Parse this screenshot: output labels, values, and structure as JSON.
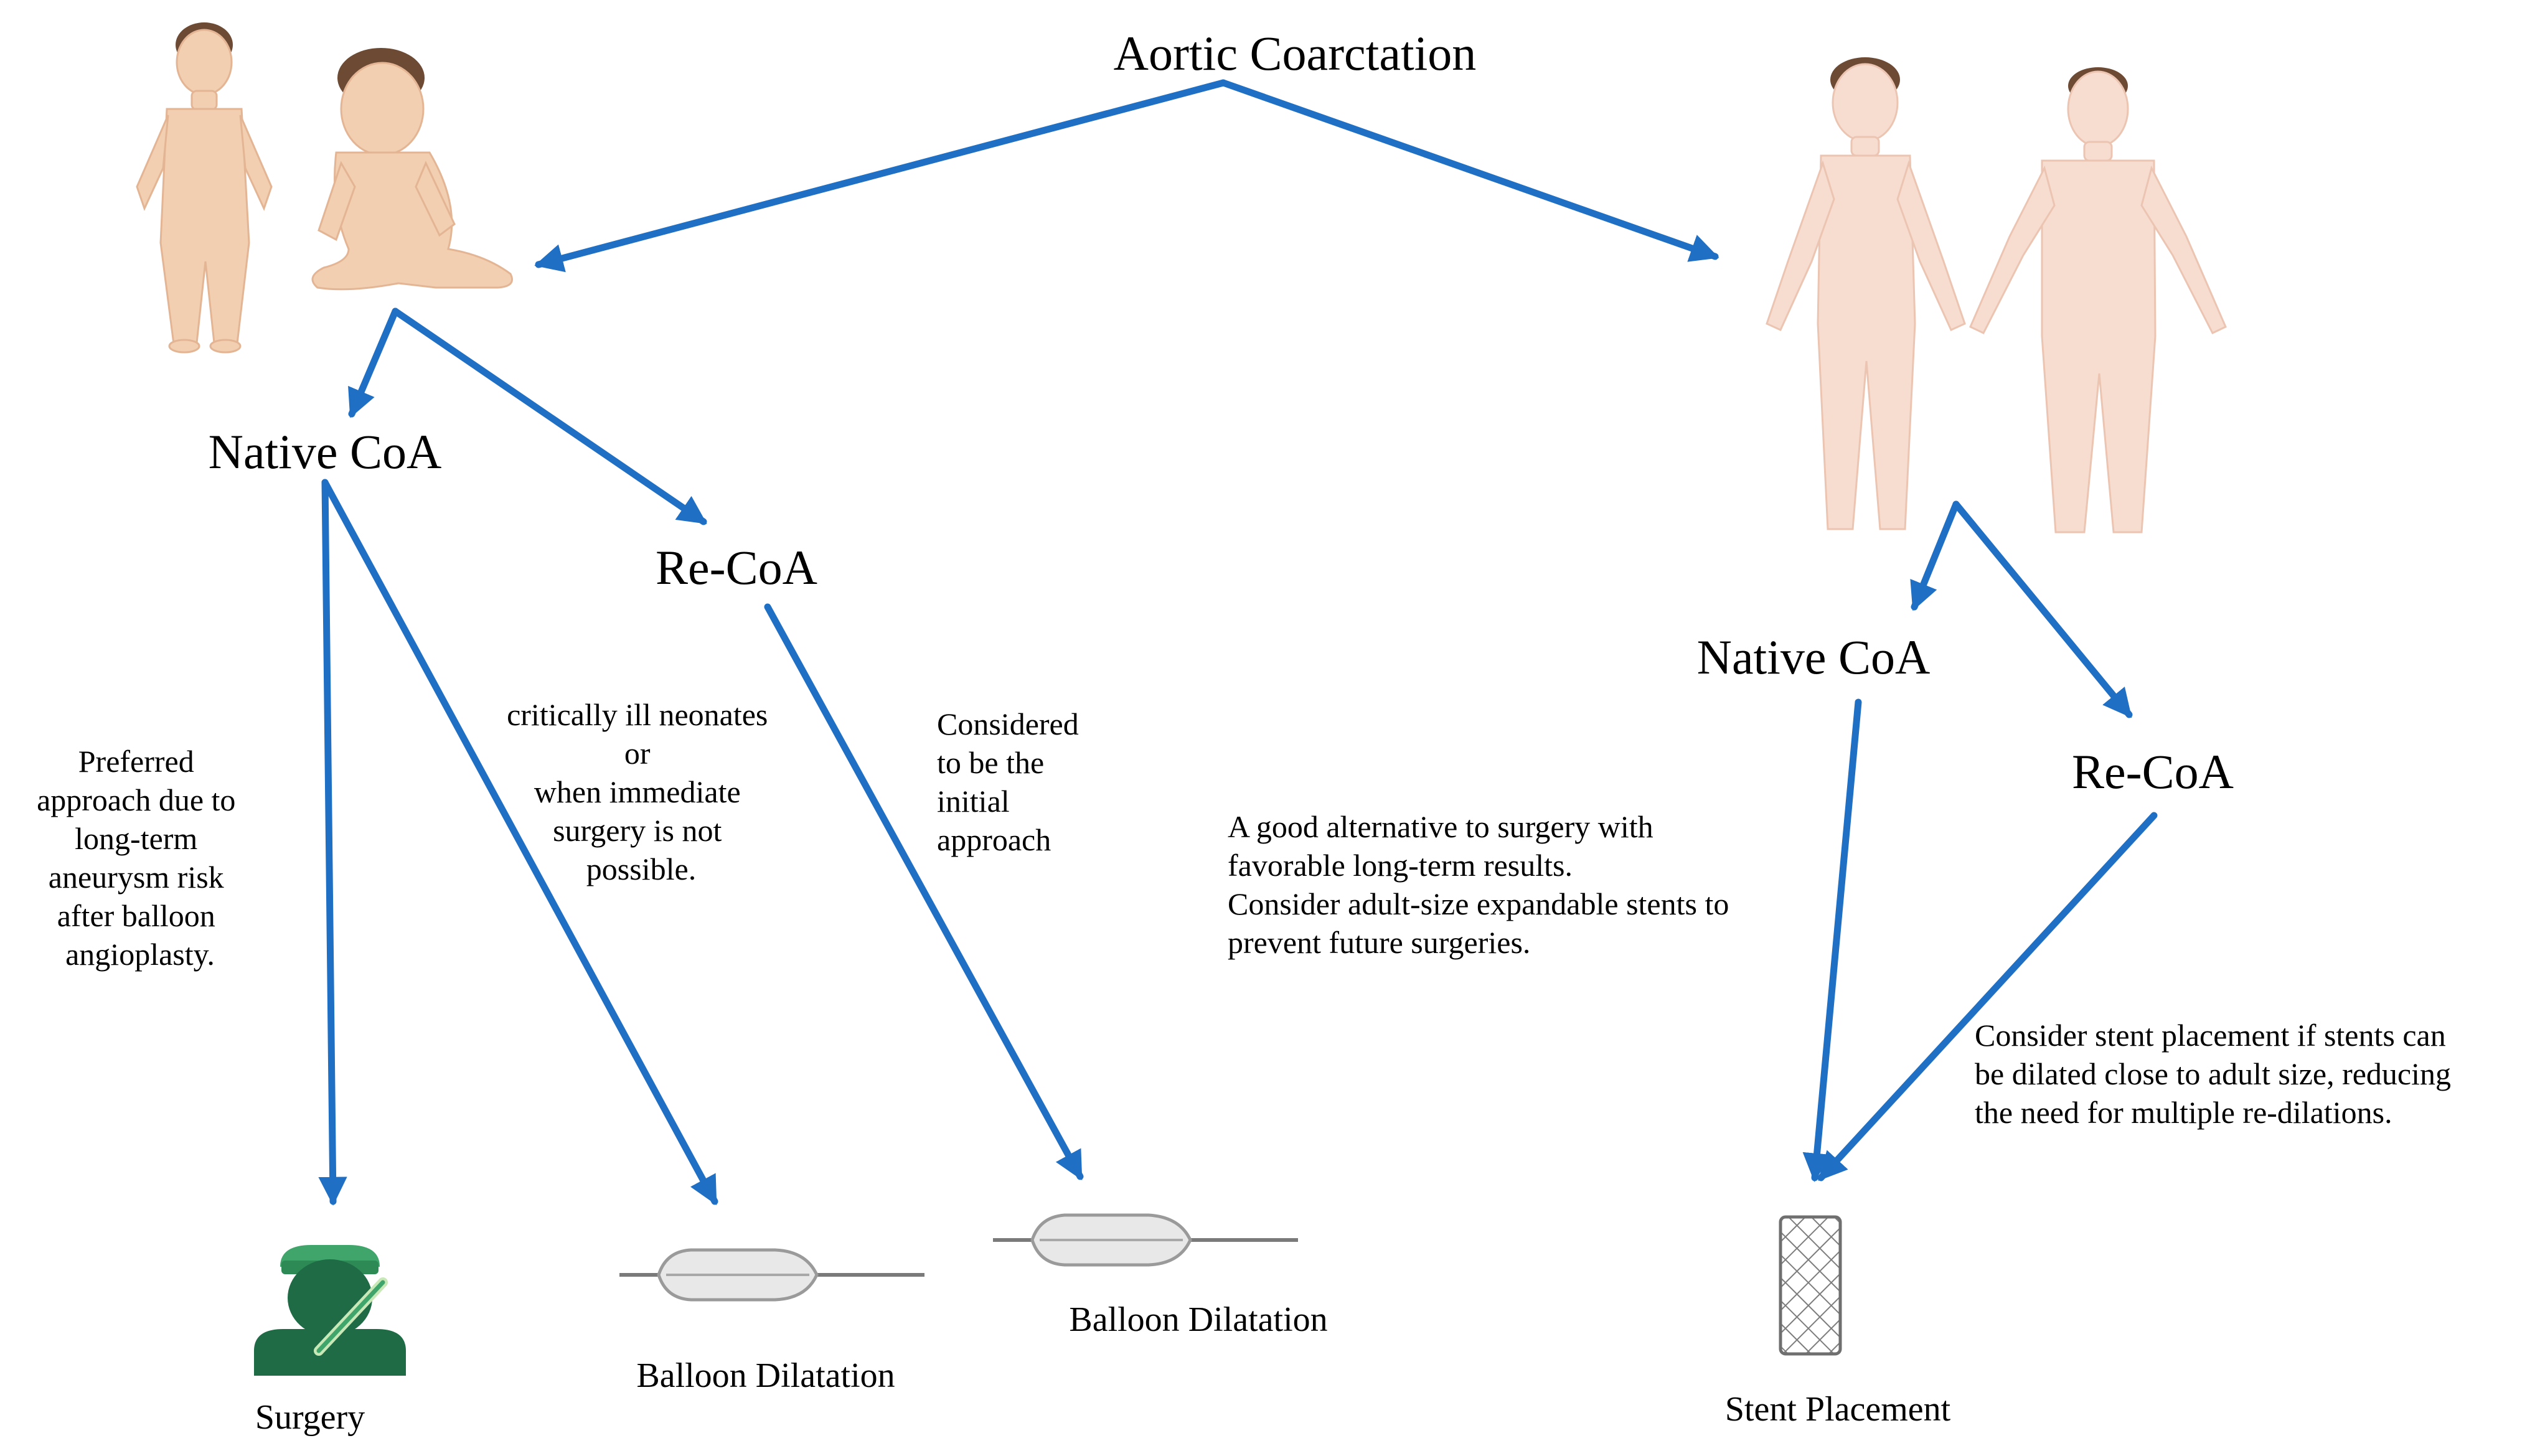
{
  "title": "Aortic Coarctation",
  "pediatric": {
    "native": "Native CoA",
    "recoa": "Re-CoA",
    "note_surgery": [
      "Preferred",
      "approach due to",
      "long-term",
      "aneurysm risk",
      "after balloon",
      "angioplasty."
    ],
    "note_balloon_native": [
      "critically ill neonates",
      "or",
      "when immediate",
      "surgery is not",
      "possible."
    ],
    "note_balloon_recoa": [
      "Considered",
      "to be the",
      "initial",
      "approach"
    ],
    "outcome_surgery": "Surgery",
    "outcome_balloon_1": "Balloon Dilatation",
    "outcome_balloon_2": "Balloon Dilatation"
  },
  "adult": {
    "native": "Native CoA",
    "recoa": "Re-CoA",
    "note_native": [
      "A good alternative to surgery with",
      "favorable long-term results.",
      "Consider adult-size expandable stents to",
      "prevent future surgeries."
    ],
    "note_recoa": [
      "Consider stent placement if stents can",
      "be dilated close to adult size, reducing",
      "the need for multiple re-dilations."
    ],
    "outcome_stent": "Stent Placement"
  },
  "colors": {
    "arrow": "#1f6fc5",
    "surgeon": "#1e6b45",
    "surgeon_cap": "#3fa56a",
    "skin_child": "#f2cfb0",
    "skin_adult": "#f7ddd0"
  },
  "icons": [
    "child-figure-icon",
    "baby-figure-icon",
    "boy-figure-icon",
    "man-figure-icon",
    "surgeon-icon",
    "balloon-catheter-icon",
    "stent-icon"
  ]
}
